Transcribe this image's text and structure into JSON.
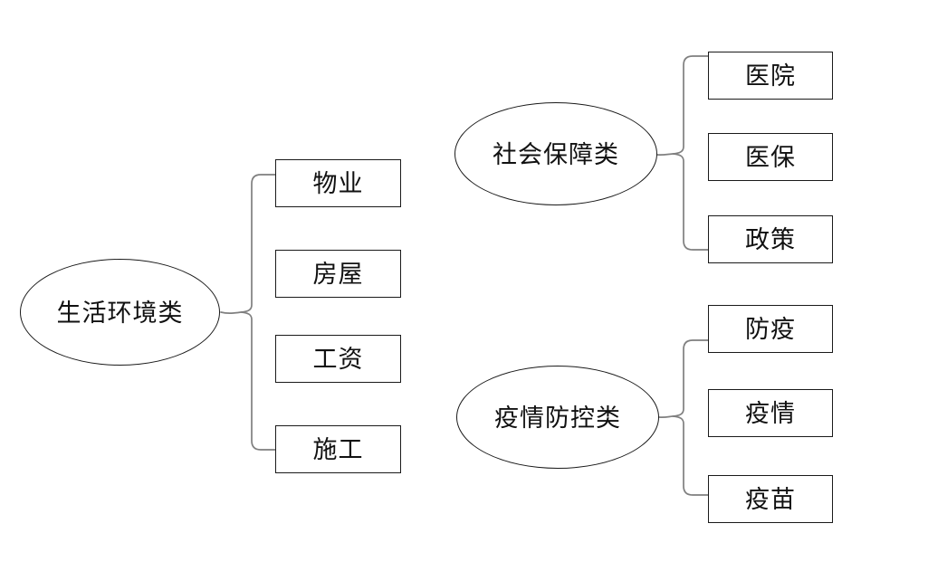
{
  "colors": {
    "connector": "#7f7f7f",
    "shape_border": "#1a1a1a",
    "text": "#111111",
    "background": "#ffffff"
  },
  "trees": [
    {
      "id": "living-environment",
      "root": "生活环境类",
      "children": [
        "物业",
        "房屋",
        "工资",
        "施工"
      ]
    },
    {
      "id": "social-security",
      "root": "社会保障类",
      "children": [
        "医院",
        "医保",
        "政策"
      ]
    },
    {
      "id": "epidemic-control",
      "root": "疫情防控类",
      "children": [
        "防疫",
        "疫情",
        "疫苗"
      ]
    }
  ]
}
